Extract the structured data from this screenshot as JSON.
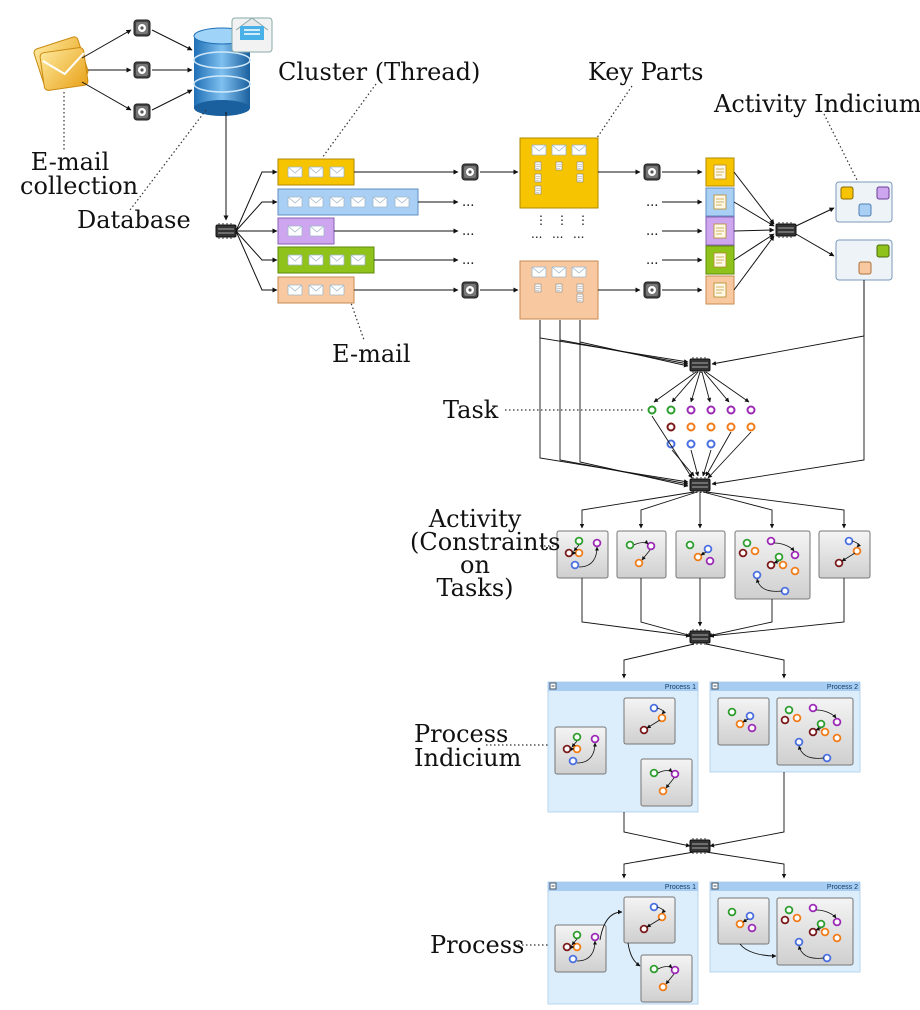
{
  "labels": {
    "email_collection_line1": "E-mail",
    "email_collection_line2": "collection",
    "database": "Database",
    "cluster": "Cluster (Thread)",
    "key_parts": "Key Parts",
    "activity_indicium": "Activity Indicium",
    "email": "E-mail",
    "task": "Task",
    "activity_line1": "Activity",
    "activity_line2": "(Constraints",
    "activity_line3": "on",
    "activity_line4": "Tasks)",
    "process_indicium_line1": "Process",
    "process_indicium_line2": "Indicium",
    "process": "Process"
  },
  "process_panels": {
    "panel1_title": "Process 1",
    "panel2_title": "Process 2",
    "panel3_title": "Process 1",
    "panel4_title": "Process 2"
  },
  "ellipsis": "...",
  "vellipsis": "⋮",
  "colors": {
    "yellow": "#f6c400",
    "blue": "#a9cff4",
    "purple": "#cda6ef",
    "green": "#8fc21a",
    "orange": "#f8c9a0",
    "panel_bg": "#dcedfb",
    "panel_header": "#a6cdf1",
    "task_green": "#2e9e2e",
    "task_dark_red": "#7a1a1a",
    "task_blue": "#4a6fe0",
    "task_purple": "#9b2ab5",
    "task_orange": "#f07c1a"
  },
  "icons": [
    "envelope-stack-icon",
    "gear-icon",
    "database-icon",
    "mail-open-icon",
    "merge-chip-icon",
    "document-icon",
    "email-envelope-icon"
  ]
}
